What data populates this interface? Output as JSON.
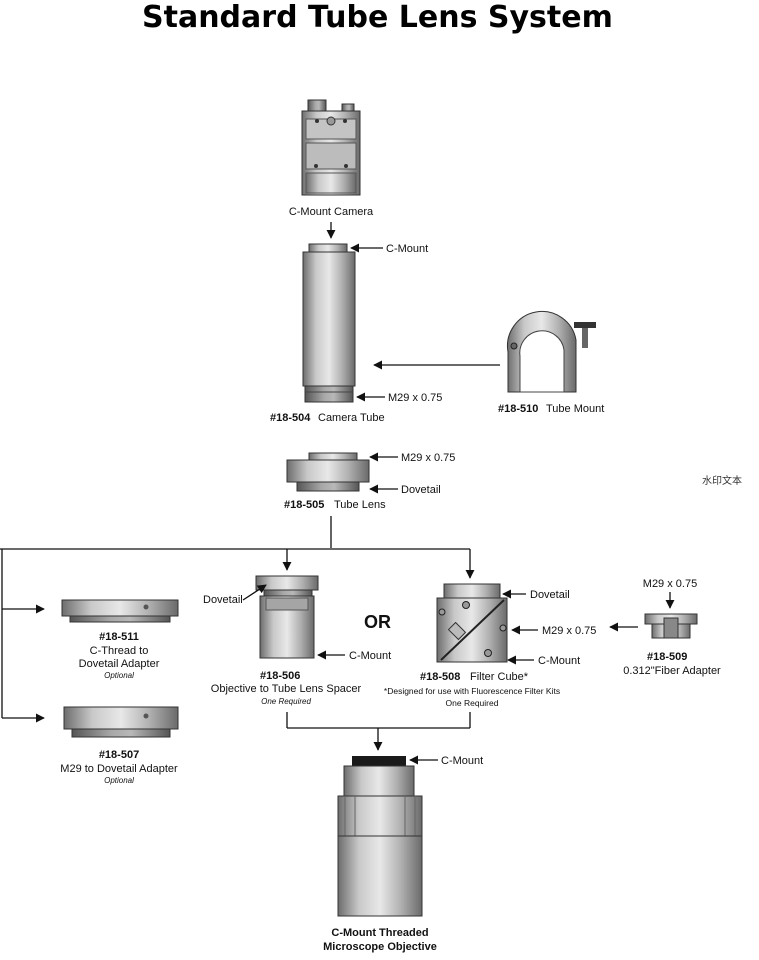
{
  "title": "Standard Tube Lens System",
  "watermark": "水印文本",
  "or_label": "OR",
  "components": {
    "camera": {
      "name": "C-Mount Camera"
    },
    "camera_tube": {
      "part": "#18-504",
      "name": "Camera Tube",
      "top_callout": "C-Mount",
      "bottom_callout": "M29 x 0.75"
    },
    "tube_mount": {
      "part": "#18-510",
      "name": "Tube Mount"
    },
    "tube_lens": {
      "part": "#18-505",
      "name": "Tube Lens",
      "top_callout": "M29 x 0.75",
      "bottom_callout": "Dovetail"
    },
    "adapter_511": {
      "part": "#18-511",
      "name_line1": "C-Thread to",
      "name_line2": "Dovetail Adapter",
      "note": "Optional"
    },
    "adapter_507": {
      "part": "#18-507",
      "name": "M29 to Dovetail Adapter",
      "note": "Optional"
    },
    "spacer_506": {
      "part": "#18-506",
      "name": "Objective to Tube Lens Spacer",
      "note": "One Required",
      "left_callout": "Dovetail",
      "right_callout": "C-Mount"
    },
    "filter_cube_508": {
      "part": "#18-508",
      "name": "Filter Cube*",
      "footnote": "*Designed for use with Fluorescence Filter Kits",
      "note": "One Required",
      "top_callout": "Dovetail",
      "mid_callout": "M29 x 0.75",
      "bottom_callout": "C-Mount"
    },
    "fiber_adapter_509": {
      "part": "#18-509",
      "name": "0.312\"Fiber Adapter",
      "top_callout": "M29 x 0.75"
    },
    "objective": {
      "name_line1": "C-Mount Threaded",
      "name_line2": "Microscope Objective",
      "callout": "C-Mount"
    }
  }
}
